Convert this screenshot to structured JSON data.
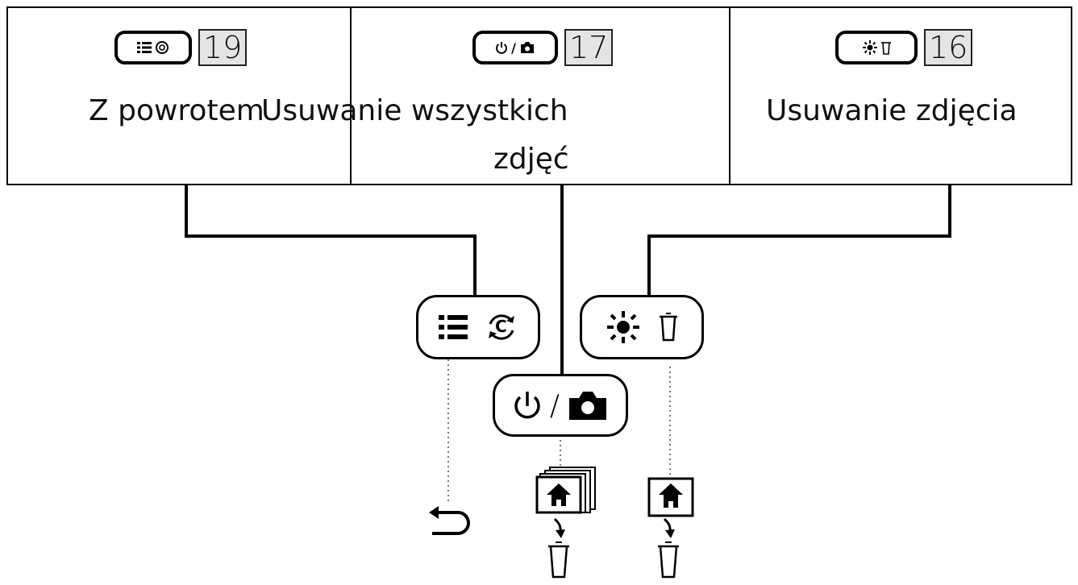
{
  "panel": {
    "cells": [
      {
        "number": "19",
        "label": "Z powrotem",
        "icon_left": "list-icon",
        "icon_right": "refresh-c-icon"
      },
      {
        "number": "17",
        "label_line1": "Usuwanie wszystkich",
        "label_line2": "zdjęć",
        "icon_left": "power-icon",
        "separator": "/",
        "icon_right": "camera-icon"
      },
      {
        "number": "16",
        "label": "Usuwanie zdjęcia",
        "icon_left": "brightness-icon",
        "icon_right": "trash-icon"
      }
    ]
  },
  "buttons": {
    "left": {
      "icons": [
        "list-icon",
        "refresh-c-icon"
      ],
      "c_letter": "C"
    },
    "center": {
      "separator": "/",
      "icons": [
        "power-icon",
        "camera-icon"
      ]
    },
    "right": {
      "icons": [
        "brightness-icon",
        "trash-icon"
      ]
    }
  },
  "results": {
    "left": {
      "icon": "return-arrow-icon"
    },
    "center": {
      "icons": [
        "stacked-photos-home-icon",
        "arrow-down-icon",
        "trash-icon"
      ]
    },
    "right": {
      "icons": [
        "photo-home-icon",
        "arrow-down-icon",
        "trash-icon"
      ]
    }
  }
}
